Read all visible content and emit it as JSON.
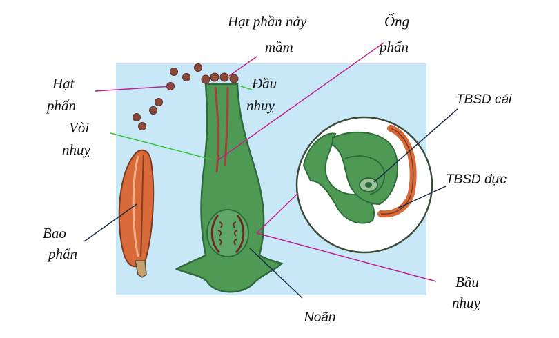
{
  "labels": {
    "hat_phan_nay_mam_1": "Hạt phần nảy",
    "hat_phan_nay_mam_2": "mầm",
    "ong_phan_1": "Ống",
    "ong_phan_2": "phấn",
    "hat_phan_1": "Hạt",
    "hat_phan_2": "phấn",
    "dau_nhuy_1": "Đầu",
    "dau_nhuy_2": "nhuỵ",
    "voi_nhuy_1": "Vòi",
    "voi_nhuy_2": "nhuỵ",
    "tbsd_cai": "TBSD cái",
    "tbsd_duc": "TBSD đực",
    "bao_phan_1": "Bao",
    "bao_phan_2": "phấn",
    "bau_nhuy_1": "Bầu",
    "bau_nhuy_2": "nhuỵ",
    "noan": "Noãn"
  },
  "colors": {
    "background_panel": "#c8e8f8",
    "pistil_green": "#4e9a55",
    "pistil_dark": "#2f6b3a",
    "pollen_brown": "#8a4a3a",
    "anther_orange": "#d86a3a",
    "line_magenta": "#c0208f",
    "line_green": "#3cc23c",
    "line_dark": "#1a2a44"
  }
}
